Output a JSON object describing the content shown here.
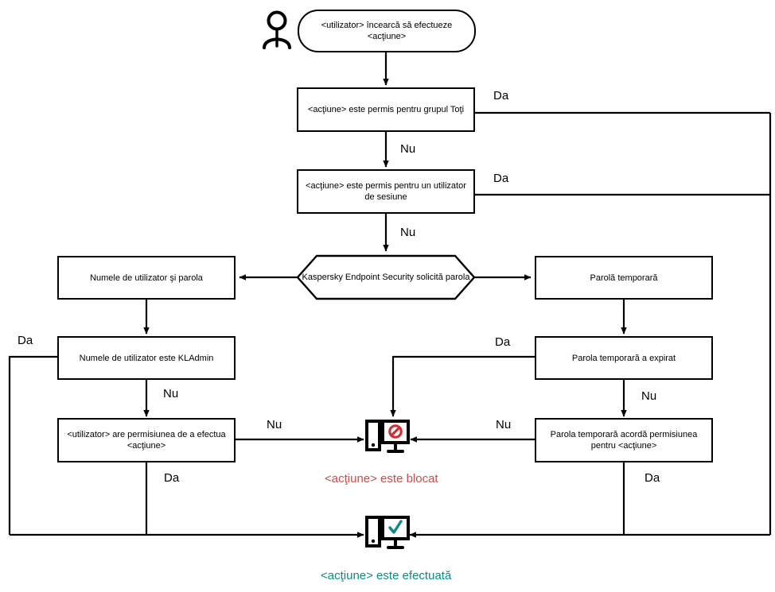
{
  "diagram": {
    "title": "Kaspersky Endpoint Security action permission flowchart",
    "colors": {
      "line": "#000000",
      "node_border": "#000000",
      "blocked_text": "#c0504d",
      "blocked_icon": "#d32f2f",
      "success_text": "#0d8a86",
      "success_icon": "#0d8a86",
      "background": "#ffffff"
    },
    "nodes": {
      "actor": "user-stick-figure",
      "start": "<utilizator> încearcă să efectueze <acţiune>",
      "all_group": "<acţiune> este permis pentru grupul Toţi",
      "session_user": "<acţiune> este permis pentru un utilizator de sesiune",
      "kes_request": "Kaspersky Endpoint Security solicită parola",
      "user_and_password": "Numele de utilizator şi parola",
      "is_kladmin": "Numele de utilizator este KLAdmin",
      "has_permission": "<utilizator> are permisiunea de a efectua <acţiune>",
      "temp_password": "Parolă temporară",
      "temp_expired": "Parola temporară a expirat",
      "temp_grants": "Parola temporară acordă permisiunea pentru <acţiune>"
    },
    "terminals": {
      "blocked_label": "<acţiune> este blocat",
      "blocked_icon": "monitor-blocked-icon",
      "success_label": "<acţiune> este efectuată",
      "success_icon": "monitor-check-icon"
    },
    "edge_labels": {
      "yes": "Da",
      "no": "Nu",
      "all_group_yes": "Da",
      "all_group_no": "Nu",
      "session_user_yes": "Da",
      "session_user_no": "Nu",
      "kladmin_yes": "Da",
      "kladmin_no": "Nu",
      "permission_no": "Nu",
      "permission_yes": "Da",
      "expired_yes": "Da",
      "expired_no": "Nu",
      "grants_no": "Nu",
      "grants_yes": "Da"
    }
  }
}
